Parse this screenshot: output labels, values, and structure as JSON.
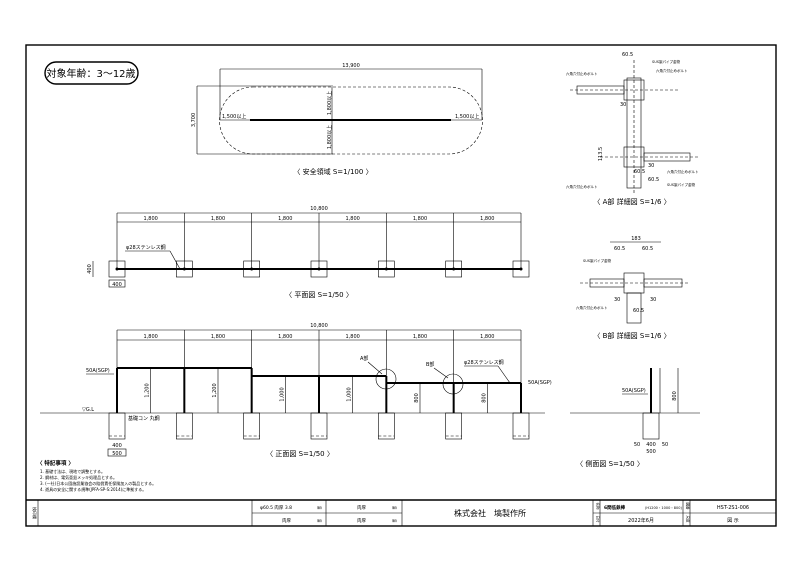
{
  "age_badge": "対象年齢：3～12歳",
  "safety_area": {
    "caption": "〈 安全領域  S=1/100 〉",
    "width_dim": "13,900",
    "height_dim": "3,700",
    "side_clearance": "1,500以上",
    "front_clearance": "1,800以上"
  },
  "plan_view": {
    "caption": "〈 平面図  S=1/50 〉",
    "total_dim": "10,800",
    "span_dims": [
      "1,800",
      "1,800",
      "1,800",
      "1,800",
      "1,800",
      "1,800"
    ],
    "bar_label": "φ28ステンレス鋼",
    "footing_w": "400",
    "footing_d": "400"
  },
  "front_view": {
    "caption": "〈 正面図  S=1/50 〉",
    "total_dim": "10,800",
    "span_dims": [
      "1,800",
      "1,800",
      "1,800",
      "1,800",
      "1,800",
      "1,800"
    ],
    "heights": [
      "1,200",
      "1,200",
      "1,000",
      "1,000",
      "800",
      "800"
    ],
    "post_label": "50A(SGP)",
    "post_label_right": "50A(SGP)",
    "bar_label": "φ28ステンレス鋼",
    "detail_a": "A部",
    "detail_b": "B部",
    "ground_label": "▽G.L",
    "footing_label": "基礎コン 丸鋼",
    "footing_dims": [
      "400",
      "500"
    ]
  },
  "side_view": {
    "caption": "〈 側面図  S=1/50 〉",
    "post_label": "50A(SGP)",
    "height": "800",
    "footing_dims": [
      "50",
      "400",
      "50",
      "500"
    ]
  },
  "detail_a": {
    "caption": "〈 A部 詳細図  S=1/6 〉",
    "labels": [
      "六角穴付止めボルト",
      "SUS製パイプ金物",
      "六角穴付止めボルト",
      "六角穴付止めボルト",
      "SUS製パイプ金物",
      "六角穴付止めボルト"
    ],
    "dims": [
      "60.5",
      "30",
      "60.5",
      "60.5",
      "30",
      "113.5"
    ]
  },
  "detail_b": {
    "caption": "〈 B部 詳細図  S=1/6 〉",
    "labels": [
      "SUS製パイプ金物",
      "六角穴付止めボルト"
    ],
    "dims": [
      "183",
      "60.5",
      "60.5",
      "30",
      "30",
      "60.5"
    ]
  },
  "notes": {
    "title": "〈 特記事項 〉",
    "items": [
      "1. 基礎寸法は、現地で調整とする。",
      "2. 鋼材は、電気亜鉛メッキ処理品とする。",
      "3. (一社)日本公園施設業協会の賠償責任保険加入の製品とする。",
      "4. 遊具の安全に関する規準(JPFA-SP-S:2014)に準拠する。"
    ]
  },
  "title_block": {
    "stamp_label": "検印欄",
    "material_1": "φ60.5  肉厚  3.8",
    "unit": "㎜",
    "wall_label": "肉厚",
    "company": "株式会社　塙製作所",
    "name_label": "名称",
    "name": "6間低鉄棒",
    "name_sub": "(H1200・1000・800)",
    "date_label": "日付",
    "date": "2022年6月",
    "drawing_no_label": "図番",
    "drawing_no": "HST-2S1-006",
    "scale_label": "尺度",
    "scale": "図 示"
  }
}
